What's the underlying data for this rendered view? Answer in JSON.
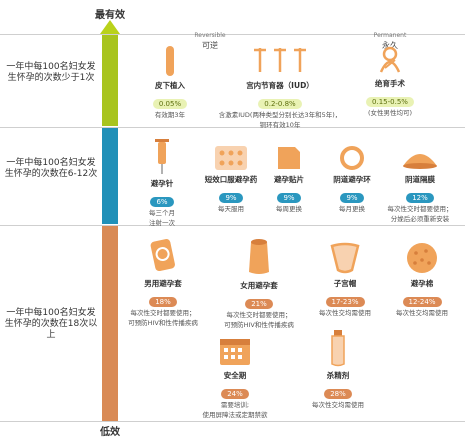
{
  "axis": {
    "top_label": "最有效",
    "bottom_label": "低效"
  },
  "headers": {
    "reversible_en": "Reversible",
    "reversible_cn": "可逆",
    "permanent_en": "Permanent",
    "permanent_cn": "永久"
  },
  "rows": [
    {
      "label": "一年中每100名妇女发生怀孕的次数少于1次"
    },
    {
      "label": "一年中每100名妇女发生怀孕的次数在6-12次"
    },
    {
      "label": "一年中每100名妇女发生怀孕的次数在18次以上"
    }
  ],
  "methods": {
    "implant": {
      "name": "皮下植入",
      "rate": "0.05%",
      "note1": "有效期3年",
      "note2": ""
    },
    "iud": {
      "name": "宫内节育器（IUD）",
      "rate": "0.2-0.8%",
      "note1": "含激素IUD(两种类型分别长达3年和5年)，",
      "note2": "铜环有效10年"
    },
    "sterilize": {
      "name": "绝育手术",
      "rate": "0.15-0.5%",
      "note1": "(女性男性均可)",
      "note2": ""
    },
    "injection": {
      "name": "避孕针",
      "rate": "6%",
      "note1": "每三个月",
      "note2": "注射一次"
    },
    "pill": {
      "name": "短效口服避孕药",
      "rate": "9%",
      "note1": "每天服用",
      "note2": ""
    },
    "patch": {
      "name": "避孕贴片",
      "rate": "9%",
      "note1": "每周更换",
      "note2": ""
    },
    "ring": {
      "name": "阴道避孕环",
      "rate": "9%",
      "note1": "每月更换",
      "note2": ""
    },
    "diaphragm": {
      "name": "阴道隔膜",
      "rate": "12%",
      "note1": "每次性交时都要使用；",
      "note2": "分娩后必须重新安装"
    },
    "male_condom": {
      "name": "男用避孕套",
      "rate": "18%",
      "note1": "每次性交时都要使用；",
      "note2": "可预防HIV和性传播疾病"
    },
    "female_condom": {
      "name": "女用避孕套",
      "rate": "21%",
      "note1": "每次性交时都要使用；",
      "note2": "可预防HIV和性传播疾病"
    },
    "cap": {
      "name": "子宫帽",
      "rate": "17-23%",
      "note1": "每次性交均需使用",
      "note2": ""
    },
    "sponge": {
      "name": "避孕棉",
      "rate": "12-24%",
      "note1": "每次性交均需使用",
      "note2": ""
    },
    "calendar": {
      "name": "安全期",
      "rate": "24%",
      "note1": "需要培训;",
      "note2": "使用屏障法或定期禁欲"
    },
    "spermicide": {
      "name": "杀精剂",
      "rate": "28%",
      "note1": "每次性交均需使用",
      "note2": ""
    }
  },
  "colors": {
    "green": "#a8c41e",
    "blue": "#2190b8",
    "orange": "#d98a55",
    "icon_orange": "#f0a35a"
  }
}
